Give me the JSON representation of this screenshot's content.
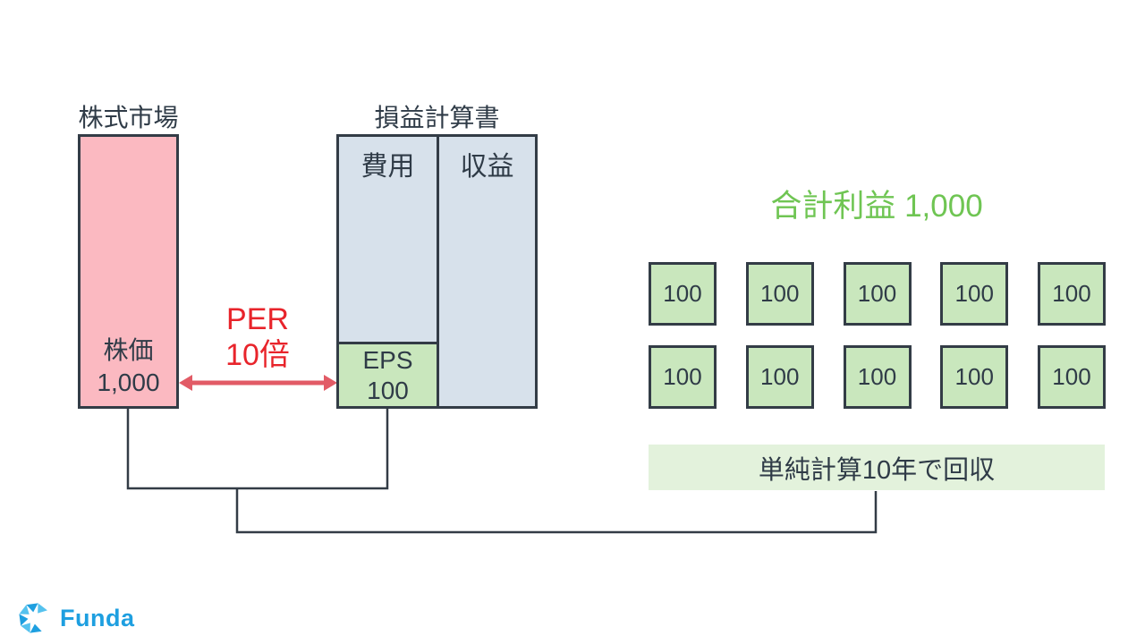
{
  "stock_market": {
    "title": "株式市場",
    "price_label": "株価",
    "price_value": "1,000"
  },
  "per": {
    "line1": "PER",
    "line2": "10倍"
  },
  "income_statement": {
    "title": "損益計算書",
    "expense_header": "費用",
    "revenue_header": "収益",
    "eps_label": "EPS",
    "eps_value": "100"
  },
  "profit": {
    "total_label": "合計利益 1,000",
    "units": [
      "100",
      "100",
      "100",
      "100",
      "100",
      "100",
      "100",
      "100",
      "100",
      "100"
    ],
    "payback_label": "単純計算10年で回収"
  },
  "branding": {
    "logo_text": "Funda"
  },
  "colors": {
    "pink": "#FBB9C1",
    "blue_gray": "#D7E1EB",
    "green_box": "#C9E7BD",
    "light_green_bar": "#E3F2DC",
    "green_text": "#6FC553",
    "red_text": "#E8242B",
    "arrow_red": "#E25B66",
    "outline_dark": "#333C46",
    "logo_blue": "#1E9FE0"
  }
}
